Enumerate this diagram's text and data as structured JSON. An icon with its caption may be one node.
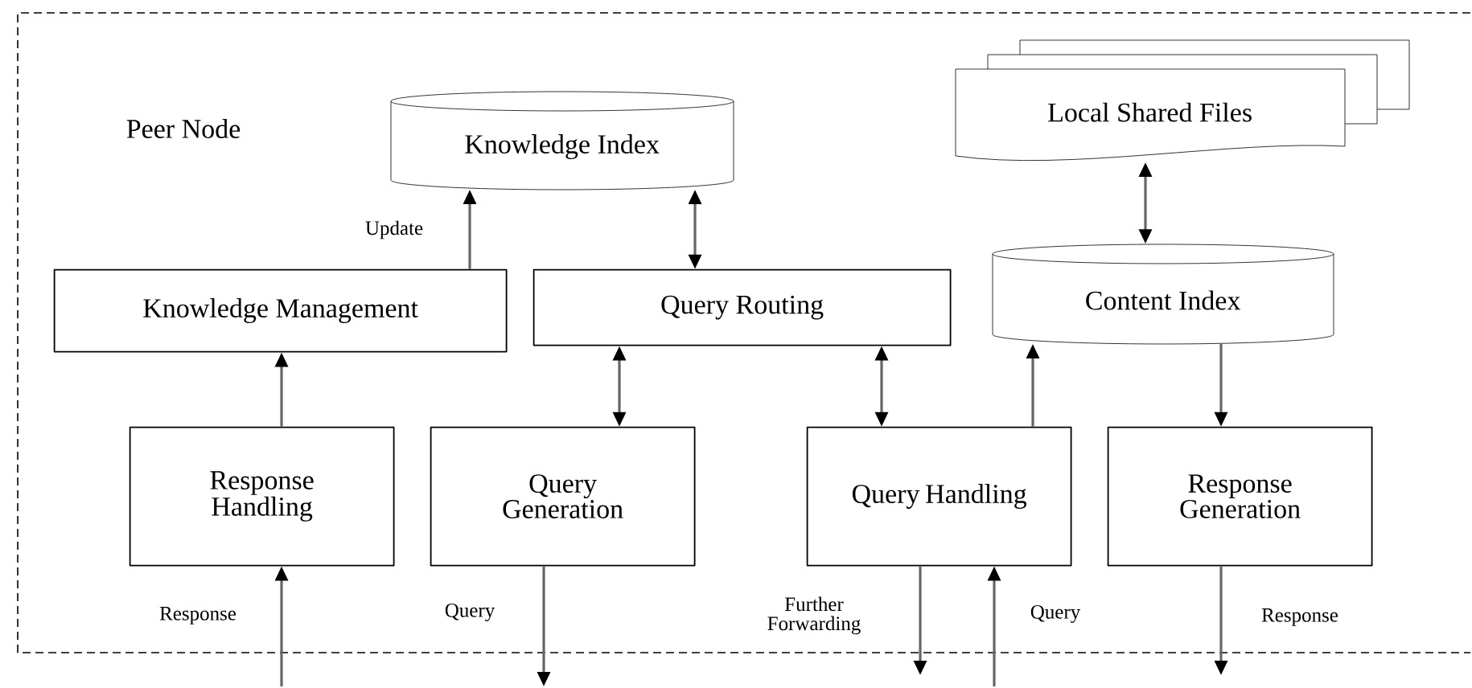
{
  "diagram": {
    "nodes": [
      {
        "text": [
          "Peer Node"
        ]
      },
      {
        "text": [
          "Knowledge Index"
        ],
        "in": 0
      },
      {
        "text": [
          "Local Shared Files"
        ],
        "in": 0
      },
      {
        "text": [
          "Knowledge Management"
        ],
        "in": 0
      },
      {
        "text": [
          "Query Routing"
        ],
        "in": 0
      },
      {
        "text": [
          "Content Index"
        ],
        "in": 0
      },
      {
        "text": [
          "Response Handling"
        ],
        "in": 0
      },
      {
        "text": [
          "Query Generation"
        ],
        "in": 0
      },
      {
        "text": [
          "Query Handling"
        ],
        "in": 0
      },
      {
        "text": [
          "Response Generation"
        ],
        "in": 0
      }
    ],
    "edges": [
      {
        "from": 3,
        "to": 1,
        "arrow": "to",
        "label": "Update"
      },
      {
        "from": 1,
        "to": 4,
        "arrow": "both"
      },
      {
        "from": 6,
        "to": 3,
        "arrow": "to"
      },
      {
        "from": 4,
        "to": 7,
        "arrow": "both"
      },
      {
        "from": 4,
        "to": 8,
        "arrow": "both"
      },
      {
        "from": 8,
        "to": 5,
        "arrow": "to"
      },
      {
        "from": 2,
        "to": 5,
        "arrow": "both"
      },
      {
        "from": 5,
        "to": 9,
        "arrow": "to"
      },
      {
        "from": null,
        "to": 6,
        "arrow": "to",
        "label": "Response"
      },
      {
        "from": 7,
        "to": null,
        "arrow": "to",
        "label": "Query"
      },
      {
        "from": 8,
        "to": null,
        "arrow": "to",
        "label": "Further Forwarding"
      },
      {
        "from": null,
        "to": 8,
        "arrow": "to",
        "label": "Query"
      },
      {
        "from": 9,
        "to": null,
        "arrow": "to",
        "label": "Response"
      }
    ]
  }
}
